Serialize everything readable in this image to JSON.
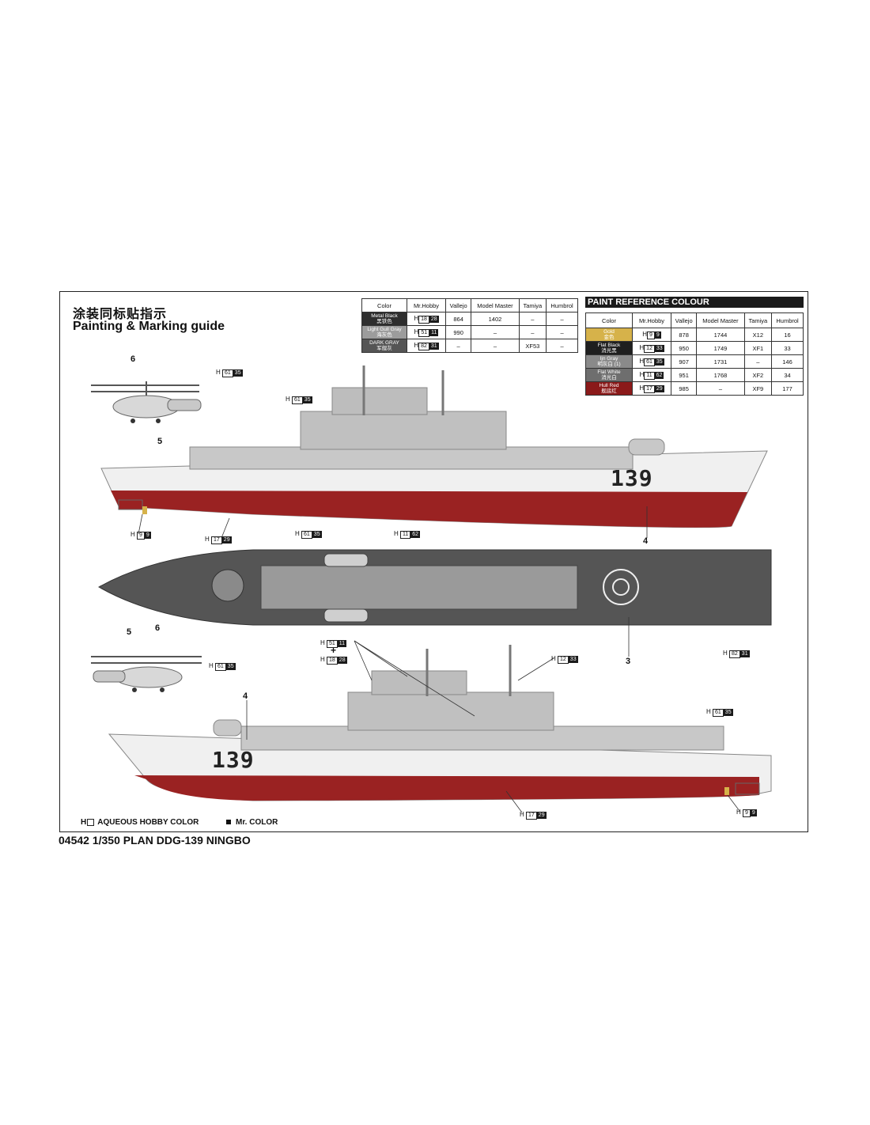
{
  "header": {
    "title_cn": "涂装同标贴指示",
    "title_en": "Painting & Marking guide"
  },
  "footer": {
    "product": "04542 1/350 PLAN DDG-139 NINGBO"
  },
  "legend": {
    "aqueous_prefix": "H",
    "aqueous_label": "AQUEOUS HOBBY COLOR",
    "mr_color_label": "Mr. COLOR"
  },
  "table_small": {
    "headers": [
      "Color",
      "Mr.Hobby",
      "Vallejo",
      "Model Master",
      "Tamiya",
      "Humbrol"
    ],
    "rows": [
      {
        "name_en": "Metal Black",
        "name_cn": "黑铁色",
        "color": "#2e2e2e",
        "h": "18",
        "mr": "28",
        "vallejo": "864",
        "mm": "1402",
        "tamiya": "–",
        "humbrol": "–"
      },
      {
        "name_en": "Light Gull Gray",
        "name_cn": "海灰色",
        "color": "#9c9c9c",
        "h": "51",
        "mr": "11",
        "vallejo": "990",
        "mm": "–",
        "tamiya": "–",
        "humbrol": "–"
      },
      {
        "name_en": "DARK GRAY",
        "name_cn": "军舰灰",
        "color": "#555555",
        "h": "82",
        "mr": "31",
        "vallejo": "–",
        "mm": "–",
        "tamiya": "XF53",
        "humbrol": "–"
      }
    ]
  },
  "table_ref": {
    "title": "PAINT  REFERENCE COLOUR",
    "headers": [
      "Color",
      "Mr.Hobby",
      "Vallejo",
      "Model Master",
      "Tamiya",
      "Humbrol"
    ],
    "rows": [
      {
        "name_en": "Gold",
        "name_cn": "金色",
        "color": "#d6b24a",
        "h": "9",
        "mr": "9",
        "vallejo": "878",
        "mm": "1744",
        "tamiya": "X12",
        "humbrol": "16"
      },
      {
        "name_en": "Flat Black",
        "name_cn": "消光黑",
        "color": "#1f1f1f",
        "h": "12",
        "mr": "33",
        "vallejo": "950",
        "mm": "1749",
        "tamiya": "XF1",
        "humbrol": "33"
      },
      {
        "name_en": "Ijn Gray",
        "name_cn": "明灰白 (1)",
        "color": "#8a8a8a",
        "h": "61",
        "mr": "35",
        "vallejo": "907",
        "mm": "1731",
        "tamiya": "–",
        "humbrol": "146"
      },
      {
        "name_en": "Flat White",
        "name_cn": "消光白",
        "color": "#6e6e6e",
        "h": "11",
        "mr": "62",
        "vallejo": "951",
        "mm": "1768",
        "tamiya": "XF2",
        "humbrol": "34"
      },
      {
        "name_en": "Hull Red",
        "name_cn": "舰底红",
        "color": "#8b1a1a",
        "h": "17",
        "mr": "29",
        "vallejo": "985",
        "mm": "–",
        "tamiya": "XF9",
        "humbrol": "177"
      }
    ]
  },
  "ship": {
    "hull_number": "139",
    "hull_color": "#f0f0f0",
    "hull_red": "#9a2222",
    "deck_gray": "#555555",
    "superstructure": "#c8c8c8"
  },
  "callouts": {
    "c1": {
      "h": "61",
      "mr": "35"
    },
    "c2": {
      "h": "61",
      "mr": "35"
    },
    "c3": {
      "h": "9",
      "mr": "9"
    },
    "c4": {
      "h": "17",
      "mr": "29"
    },
    "c5": {
      "h": "61",
      "mr": "35"
    },
    "c6": {
      "h": "11",
      "mr": "62"
    },
    "c7": {
      "h": "82",
      "mr": "31"
    },
    "c8": {
      "h": "51",
      "mr": "11"
    },
    "c9": {
      "h": "18",
      "mr": "28"
    },
    "c10": {
      "h": "12",
      "mr": "33"
    },
    "c11": {
      "h": "61",
      "mr": "35"
    },
    "c12": {
      "h": "61",
      "mr": "35"
    },
    "c13": {
      "h": "17",
      "mr": "29"
    },
    "c14": {
      "h": "9",
      "mr": "9"
    }
  },
  "numbers": {
    "n6a": "6",
    "n5a": "5",
    "n4a": "4",
    "n3": "3",
    "n5b": "5",
    "n6b": "6",
    "n4b": "4",
    "plus": "+"
  }
}
